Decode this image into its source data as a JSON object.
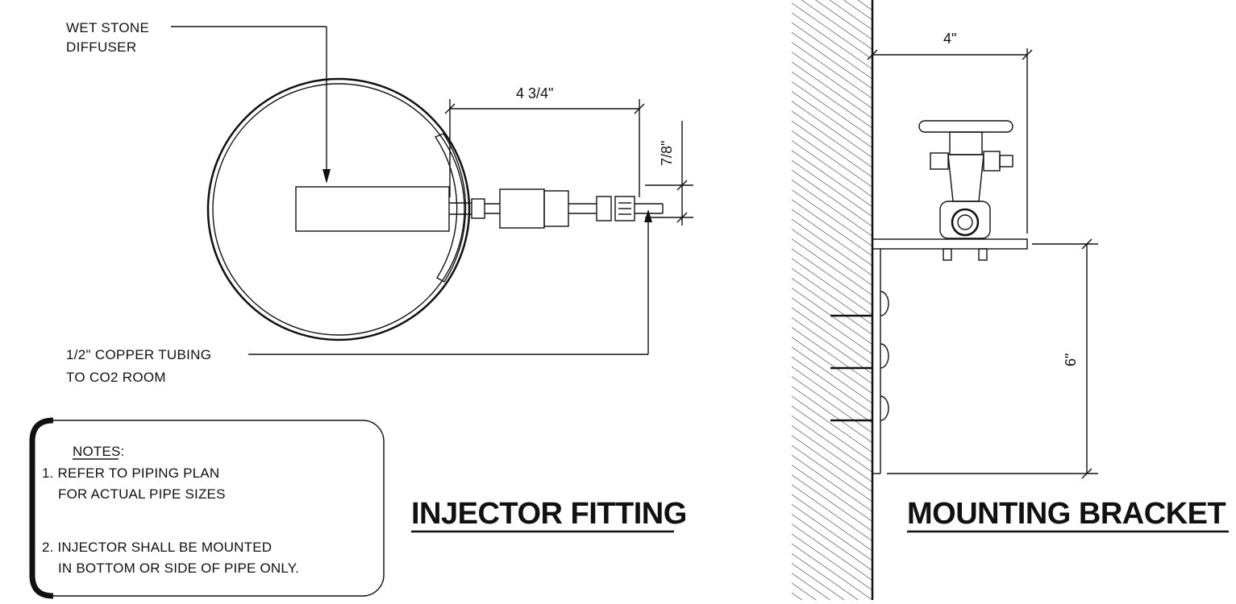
{
  "injector": {
    "diffuser_label_line1": "WET STONE",
    "diffuser_label_line2": "DIFFUSER",
    "dim_length": "4 3/4\"",
    "dim_height": "7/8\"",
    "tubing_label_line1": "1/2\" COPPER TUBING",
    "tubing_label_line2": "TO CO2 ROOM",
    "title": "INJECTOR FITTING"
  },
  "notes": {
    "heading": "NOTES:",
    "items": [
      {
        "line1": "1. REFER TO PIPING PLAN",
        "line2": "FOR ACTUAL PIPE SIZES"
      },
      {
        "line1": "2. INJECTOR SHALL BE MOUNTED",
        "line2": "IN BOTTOM OR SIDE OF PIPE ONLY."
      }
    ]
  },
  "bracket": {
    "dim_width": "4\"",
    "dim_height": "6\"",
    "title": "MOUNTING BRACKET"
  }
}
